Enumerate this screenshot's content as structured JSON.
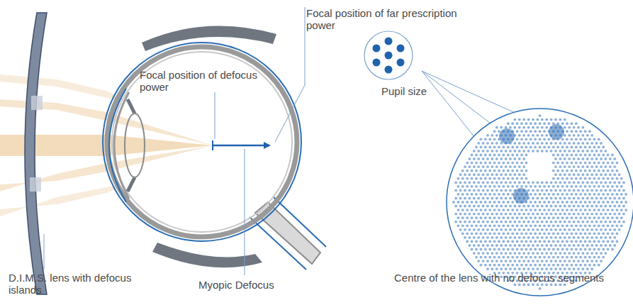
{
  "diagram": {
    "labels": [
      "Focal position of far prescription power",
      "Focal position of defocus power",
      "Pupil size",
      "D.I.M.S. lens with defocus islands",
      "Myopic Defocus",
      "Centre of the lens with no defocus segments"
    ]
  }
}
